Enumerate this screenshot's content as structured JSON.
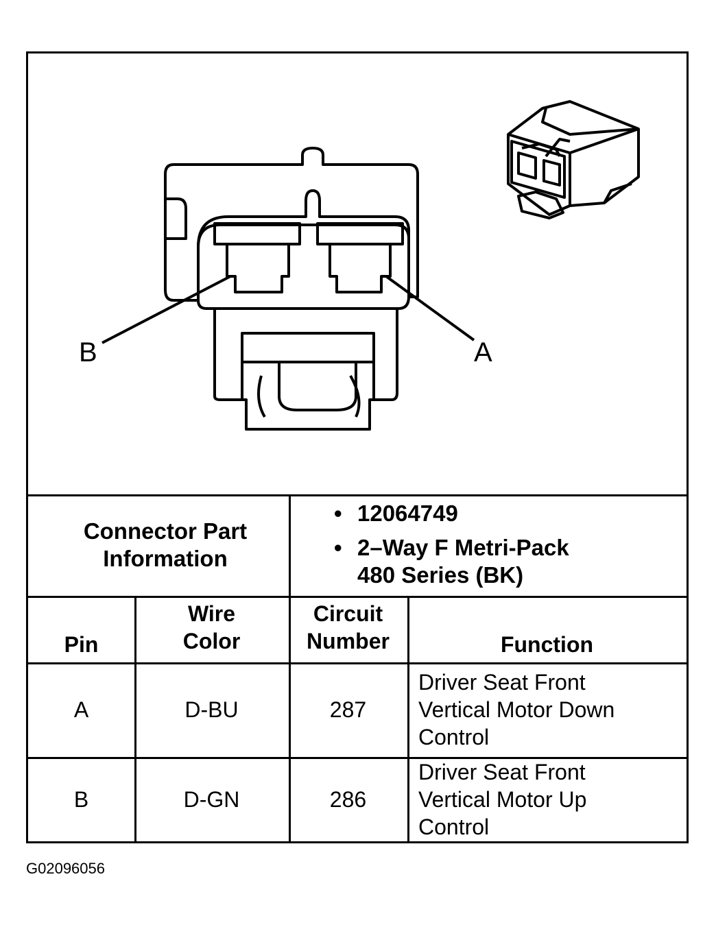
{
  "diagram": {
    "pin_label_b": "B",
    "pin_label_a": "A"
  },
  "table": {
    "connector_info_label": "Connector Part Information",
    "part_info": [
      "12064749",
      "2–Way F Metri-Pack",
      "480 Series (BK)"
    ],
    "headers": {
      "pin": "Pin",
      "wire_color_line1": "Wire",
      "wire_color_line2": "Color",
      "circuit_line1": "Circuit",
      "circuit_line2": "Number",
      "function": "Function"
    },
    "rows": [
      {
        "pin": "A",
        "wire_color": "D-BU",
        "circuit": "287",
        "function": [
          "Driver Seat Front",
          "Vertical Motor Down",
          "Control"
        ]
      },
      {
        "pin": "B",
        "wire_color": "D-GN",
        "circuit": "286",
        "function": [
          "Driver Seat Front",
          "Vertical Motor Up",
          "Control"
        ]
      }
    ]
  },
  "figure_id": "G02096056"
}
